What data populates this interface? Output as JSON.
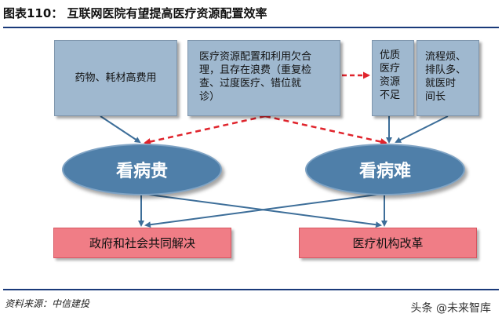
{
  "header": {
    "title": "图表110：  互联网医院有望提高医疗资源配置效率"
  },
  "boxes": {
    "b1": [
      "药物、耗材高费用"
    ],
    "b2": [
      "医疗资源配置和利用欠合",
      "理，且存在浪费（重复检",
      "查、过度医疗、错位就",
      "诊）"
    ],
    "b3": [
      "优质",
      "医疗",
      "资源",
      "不足"
    ],
    "b4": [
      "流程烦、",
      "排队多、",
      "就医时",
      "间长"
    ]
  },
  "problems": {
    "expensive": "看病贵",
    "difficult": "看病难"
  },
  "solutions": {
    "gov": "政府和社会共同解决",
    "reform": "医疗机构改革"
  },
  "footer": {
    "source": "资料来源：中信建投",
    "watermark": "头条 @未来智库"
  },
  "colors": {
    "box": "#9fb8cf",
    "ellipse": "#4f7fa9",
    "solution": "#f07d86",
    "arrow_solid": "#3d6e99",
    "arrow_dashed": "#e0242c"
  }
}
